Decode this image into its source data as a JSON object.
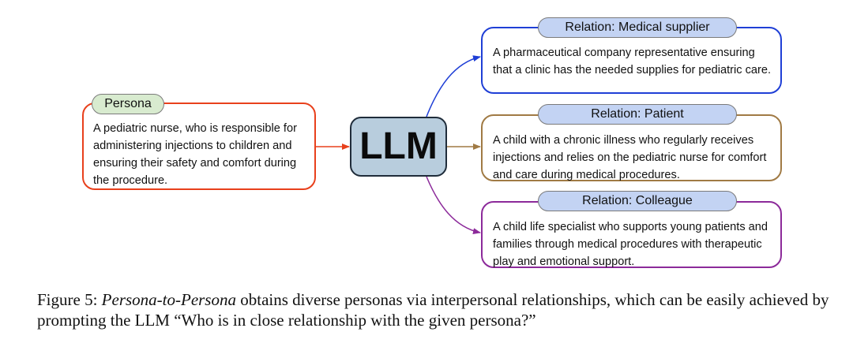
{
  "persona": {
    "label": "Persona",
    "text": "A pediatric nurse, who is responsible for administering injections to children and ensuring their safety and comfort during the procedure."
  },
  "llm": {
    "label": "LLM"
  },
  "relations": [
    {
      "label": "Relation: Medical supplier",
      "text": "A pharmaceutical company representative ensuring that a clinic has the needed supplies for pediatric care.",
      "color": "#1f3fd6"
    },
    {
      "label": "Relation: Patient",
      "text": "A child with a chronic illness who regularly receives injections and relies on the pediatric nurse for comfort and care during medical procedures.",
      "color": "#a07a44"
    },
    {
      "label": "Relation: Colleague",
      "text": "A child life specialist who supports young patients and families through medical procedures with therapeutic play and emotional support.",
      "color": "#8c2a9a"
    }
  ],
  "persona_arrow_color": "#e8401c",
  "caption": {
    "prefix": "Figure 5: ",
    "italic": "Persona-to-Persona",
    "rest": " obtains diverse personas via interpersonal relationships, which can be easily achieved by prompting the LLM “Who is in close relationship with the given persona?”"
  }
}
